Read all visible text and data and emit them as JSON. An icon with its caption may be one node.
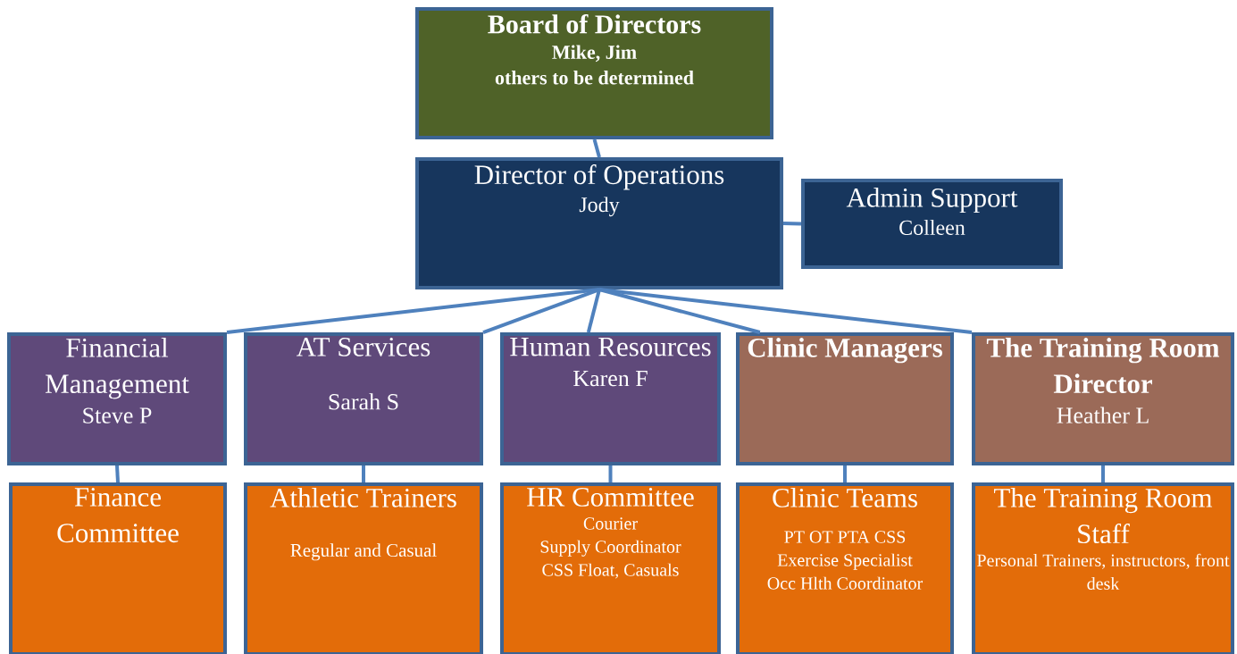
{
  "diagram": {
    "nodes": [
      {
        "text": [
          "Board of Directors",
          "Mike, Jim",
          "others to be determined"
        ]
      },
      {
        "text": [
          "Director of Operations",
          "Jody"
        ]
      },
      {
        "text": [
          "Admin Support",
          "Colleen"
        ]
      },
      {
        "text": [
          "Financial Management",
          "Steve P"
        ]
      },
      {
        "text": [
          "AT Services",
          "Sarah S"
        ]
      },
      {
        "text": [
          "Human Resources",
          "Karen F"
        ]
      },
      {
        "text": [
          "Clinic Managers"
        ]
      },
      {
        "text": [
          "The Training Room Director",
          "Heather L"
        ]
      },
      {
        "text": [
          "Finance Committee"
        ]
      },
      {
        "text": [
          "Athletic Trainers",
          "Regular and Casual"
        ]
      },
      {
        "text": [
          "HR Committee",
          "Courier",
          "Supply Coordinator",
          "CSS Float, Casuals"
        ]
      },
      {
        "text": [
          "Clinic Teams",
          "PT OT PTA CSS",
          "Exercise Specialist",
          "Occ Hlth Coordinator"
        ]
      },
      {
        "text": [
          "The Training Room Staff",
          "Personal Trainers, instructors, front desk"
        ]
      }
    ],
    "edges": [
      {
        "from": 0,
        "to": 1,
        "arrow": "none"
      },
      {
        "from": 1,
        "to": 2,
        "arrow": "none"
      },
      {
        "from": 1,
        "to": 3,
        "arrow": "none"
      },
      {
        "from": 1,
        "to": 4,
        "arrow": "none"
      },
      {
        "from": 1,
        "to": 5,
        "arrow": "none"
      },
      {
        "from": 1,
        "to": 6,
        "arrow": "none"
      },
      {
        "from": 1,
        "to": 7,
        "arrow": "none"
      },
      {
        "from": 3,
        "to": 8,
        "arrow": "none"
      },
      {
        "from": 4,
        "to": 9,
        "arrow": "none"
      },
      {
        "from": 5,
        "to": 10,
        "arrow": "none"
      },
      {
        "from": 6,
        "to": 11,
        "arrow": "none"
      },
      {
        "from": 7,
        "to": 12,
        "arrow": "none"
      }
    ]
  }
}
